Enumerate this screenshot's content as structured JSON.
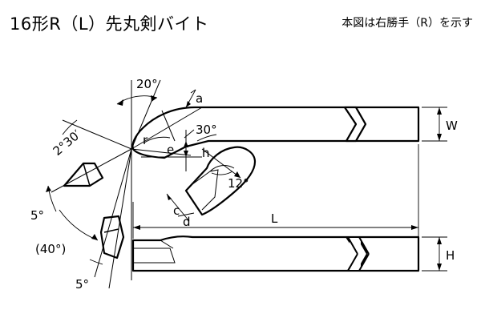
{
  "header": {
    "title": "16形R（L）先丸剣バイト",
    "note": "本図は右勝手（R）を示す"
  },
  "labels": {
    "angle_top": "20°",
    "dim_a": "a",
    "angle_side": "30°",
    "dim_e": "e",
    "dim_r": "r",
    "dim_h": "h",
    "angle_12": "12°",
    "dim_c": "c",
    "dim_d": "d",
    "dim_W": "W",
    "dim_L": "L",
    "dim_H": "H",
    "angle_2_30": "2°30′",
    "angle_5_upper": "5°",
    "angle_40": "(40°)",
    "angle_5_lower": "5°"
  }
}
